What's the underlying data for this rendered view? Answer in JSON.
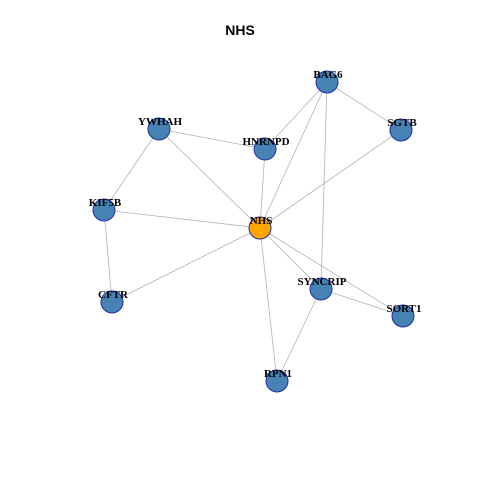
{
  "graph": {
    "title": "NHS",
    "colors": {
      "hub": "#ffa500",
      "node": "#4682b4",
      "node_border": "#1f2fa8",
      "edge": "#b3b3b3"
    },
    "nodes": [
      {
        "id": "NHS",
        "label": "NHS",
        "role": "hub"
      },
      {
        "id": "BAG6",
        "label": "BAG6",
        "role": "neighbor"
      },
      {
        "id": "SGTB",
        "label": "SGTB",
        "role": "neighbor"
      },
      {
        "id": "YWHAH",
        "label": "YWHAH",
        "role": "neighbor"
      },
      {
        "id": "HNRNPD",
        "label": "HNRNPD",
        "role": "neighbor"
      },
      {
        "id": "KIF5B",
        "label": "KIF5B",
        "role": "neighbor"
      },
      {
        "id": "CFTR",
        "label": "CFTR",
        "role": "neighbor"
      },
      {
        "id": "SYNCRIP",
        "label": "SYNCRIP",
        "role": "neighbor"
      },
      {
        "id": "SORT1",
        "label": "SORT1",
        "role": "neighbor"
      },
      {
        "id": "RPN1",
        "label": "RPN1",
        "role": "neighbor"
      }
    ],
    "edges": [
      [
        "NHS",
        "BAG6"
      ],
      [
        "NHS",
        "SGTB"
      ],
      [
        "NHS",
        "YWHAH"
      ],
      [
        "NHS",
        "HNRNPD"
      ],
      [
        "NHS",
        "KIF5B"
      ],
      [
        "NHS",
        "CFTR"
      ],
      [
        "NHS",
        "SYNCRIP"
      ],
      [
        "NHS",
        "SORT1"
      ],
      [
        "NHS",
        "RPN1"
      ],
      [
        "BAG6",
        "SGTB"
      ],
      [
        "BAG6",
        "HNRNPD"
      ],
      [
        "BAG6",
        "SYNCRIP"
      ],
      [
        "YWHAH",
        "HNRNPD"
      ],
      [
        "YWHAH",
        "KIF5B"
      ],
      [
        "KIF5B",
        "CFTR"
      ],
      [
        "SYNCRIP",
        "SORT1"
      ],
      [
        "SYNCRIP",
        "RPN1"
      ]
    ]
  }
}
